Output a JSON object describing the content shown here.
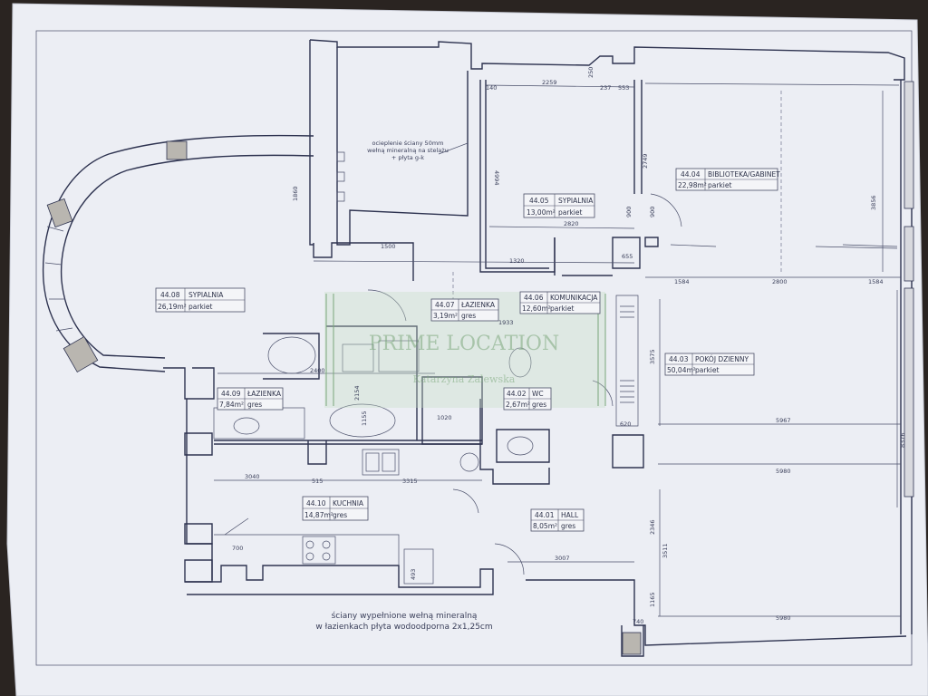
{
  "rooms": {
    "sypialnia_small": {
      "code": "44.05",
      "name": "SYPIALNIA",
      "area": "13,00m²",
      "finish": "parkiet"
    },
    "biblioteka": {
      "code": "44.04",
      "name": "BIBLIOTEKA/GABINET",
      "area": "22,98m²",
      "finish": "parkiet"
    },
    "sypialnia_large": {
      "code": "44.08",
      "name": "SYPIALNIA",
      "area": "26,19m²",
      "finish": "parkiet"
    },
    "lazienka_07": {
      "code": "44.07",
      "name": "ŁAZIENKA",
      "area": "3,19m²",
      "finish": "gres"
    },
    "komunikacja": {
      "code": "44.06",
      "name": "KOMUNIKACJA",
      "area": "12,60m²",
      "finish": "parkiet"
    },
    "pokoj_dzienny": {
      "code": "44.03",
      "name": "POKÓJ DZIENNY",
      "area": "50,04m²",
      "finish": "parkiet"
    },
    "lazienka_09": {
      "code": "44.09",
      "name": "ŁAZIENKA",
      "area": "7,84m²",
      "finish": "gres"
    },
    "wc": {
      "code": "44.02",
      "name": "WC",
      "area": "2,67m²",
      "finish": "gres"
    },
    "kuchnia": {
      "code": "44.10",
      "name": "KUCHNIA",
      "area": "14,87m²",
      "finish": "gres"
    },
    "hall": {
      "code": "44.01",
      "name": "HALL",
      "area": "8,05m²",
      "finish": "gres"
    }
  },
  "notes": {
    "insulation": [
      "ocieplenie ściany 50mm",
      "wełną mineralną na stelażu",
      "+ płyta g-k"
    ],
    "footer": [
      "ściany wypełnione wełną mineralną",
      "w łazienkach płyta wodoodporna 2x1,25cm"
    ]
  },
  "watermark": {
    "line1": "PRIME LOCATION",
    "line2": "Katarzyna Zalewska"
  },
  "dimensions": {
    "d2259": "2259",
    "d237": "237",
    "d553": "553",
    "d250": "250",
    "d140": "140",
    "d4994": "4994",
    "d2749": "2749",
    "d3856": "3856",
    "d2820": "2820",
    "d900a": "900",
    "d900b": "900",
    "d1860": "1860",
    "d1320": "1320",
    "d1500": "1500",
    "d655": "655",
    "d1584a": "1584",
    "d2800": "2800",
    "d1584b": "1584",
    "d2400": "2400",
    "d1933": "1933",
    "d3575": "3575",
    "d5967": "5967",
    "d620": "620",
    "d5980a": "5980",
    "d8376": "8376",
    "d3040": "3040",
    "d515": "515",
    "d3315": "3315",
    "d3007": "3007",
    "d2346": "2346",
    "d3511": "3511",
    "d1165": "1165",
    "d5980b": "5980",
    "d700": "700",
    "d1020": "1020",
    "d2154": "2154",
    "d1155": "1155",
    "d740": "740",
    "d493": "493"
  }
}
